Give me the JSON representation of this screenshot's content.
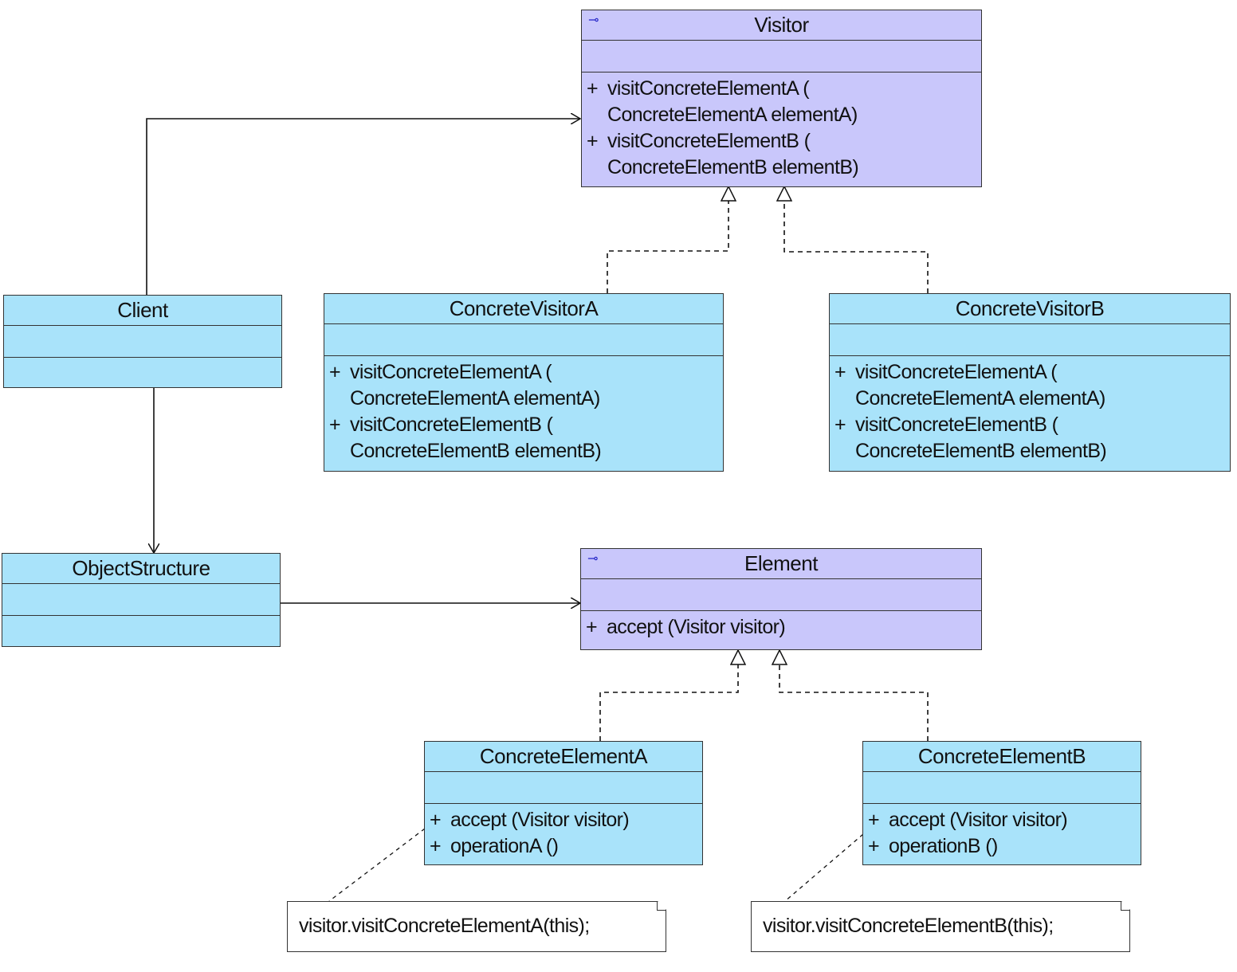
{
  "visitor": {
    "name": "Visitor",
    "interface_icon": "interface-icon",
    "ops": [
      {
        "vis": "+",
        "line1": "visitConcreteElementA (",
        "line2": "ConcreteElementA elementA)"
      },
      {
        "vis": "+",
        "line1": "visitConcreteElementB (",
        "line2": "ConcreteElementB elementB)"
      }
    ]
  },
  "concrete_visitor_a": {
    "name": "ConcreteVisitorA",
    "ops": [
      {
        "vis": "+",
        "line1": "visitConcreteElementA (",
        "line2": "ConcreteElementA elementA)"
      },
      {
        "vis": "+",
        "line1": "visitConcreteElementB (",
        "line2": "ConcreteElementB elementB)"
      }
    ]
  },
  "concrete_visitor_b": {
    "name": "ConcreteVisitorB",
    "ops": [
      {
        "vis": "+",
        "line1": "visitConcreteElementA (",
        "line2": "ConcreteElementA elementA)"
      },
      {
        "vis": "+",
        "line1": "visitConcreteElementB (",
        "line2": "ConcreteElementB elementB)"
      }
    ]
  },
  "client": {
    "name": "Client"
  },
  "object_structure": {
    "name": "ObjectStructure"
  },
  "element": {
    "name": "Element",
    "interface_icon": "interface-icon",
    "ops": [
      {
        "vis": "+",
        "sig": "accept (Visitor visitor)"
      }
    ]
  },
  "concrete_element_a": {
    "name": "ConcreteElementA",
    "ops": [
      {
        "vis": "+",
        "sig": "accept (Visitor visitor)"
      },
      {
        "vis": "+",
        "sig": "operationA ()"
      }
    ]
  },
  "concrete_element_b": {
    "name": "ConcreteElementB",
    "ops": [
      {
        "vis": "+",
        "sig": "accept (Visitor visitor)"
      },
      {
        "vis": "+",
        "sig": "operationB ()"
      }
    ]
  },
  "notes": {
    "a": "visitor.visitConcreteElementA(this);",
    "b": "visitor.visitConcreteElementB(this);"
  },
  "colors": {
    "concrete_class": "#a9e3fa",
    "interface": "#c9c7fb",
    "line": "#111111"
  }
}
